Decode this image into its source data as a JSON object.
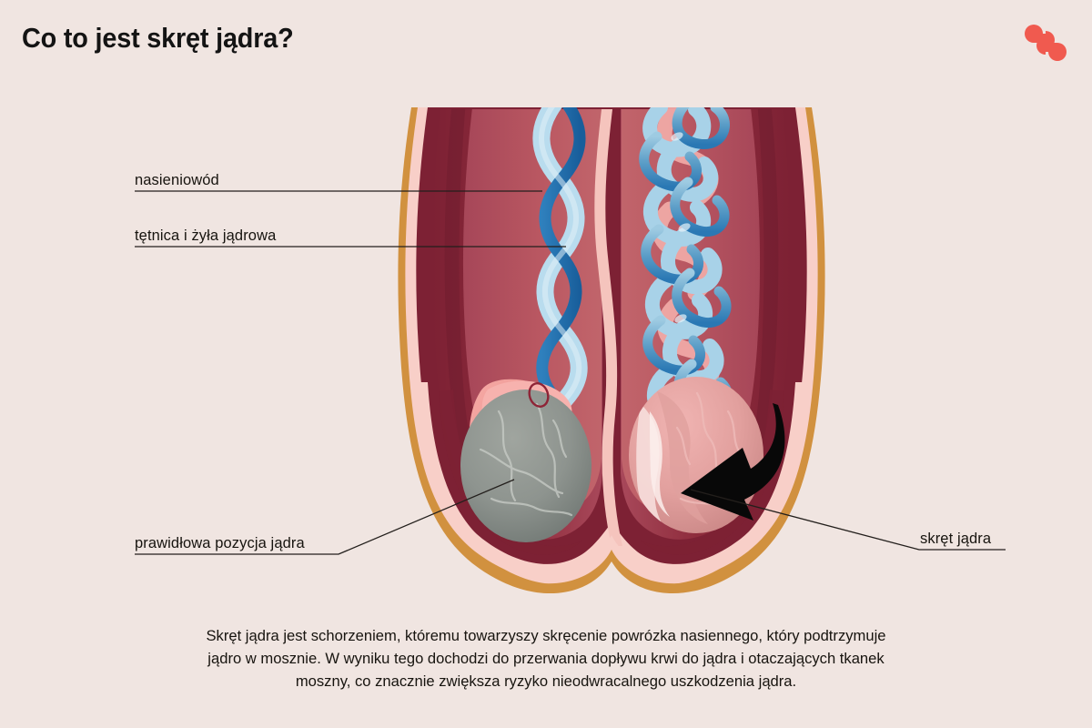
{
  "page": {
    "background_color": "#f0e5e1",
    "title": "Co to jest skręt jądra?"
  },
  "logo": {
    "name": "four-petal-pinwheel-logo",
    "color": "#f05a4f"
  },
  "labels": {
    "vas_deferens": "nasieniowód",
    "vessels": "tętnica i żyła jądrowa",
    "normal_position": "prawidłowa pozycja jądra",
    "torsion": "skręt jądra"
  },
  "caption": {
    "line1": "Skręt jądra jest schorzeniem, któremu towarzyszy skręcenie powrózka nasiennego, który podtrzymuje",
    "line2": "jądro w mosznie. W wyniku tego dochodzi do przerwania dopływu krwi do jądra i otaczających tkanek",
    "line3": "moszny, co znacznie zwiększa ryzyko nieodwracalnego uszkodzenia jądra."
  },
  "illustration": {
    "name": "testicular-torsion-anatomical-diagram",
    "colors": {
      "skin_outer": "#d1913f",
      "membrane_pink": "#f8cfc8",
      "wall_dark_maroon": "#7a2134",
      "wall_mid_maroon": "#a8485a",
      "wall_light_maroon": "#bc5b63",
      "septum_pink": "#f5c4bd",
      "testis_normal": "#8d9390",
      "testis_torsed": "#e3a0a0",
      "epididymis": "#ef9a99",
      "vein_blue_dark": "#1f6fae",
      "vein_blue_light": "#a8d4e8",
      "arrow": "#080808"
    },
    "parts": {
      "left_testis": "prawidłowa pozycja jądra",
      "right_testis": "skręt jądra",
      "left_cord": "nasieniowód",
      "right_cord": "skręcony powrózek nasienny",
      "arrow": "rotation-arrow"
    }
  }
}
